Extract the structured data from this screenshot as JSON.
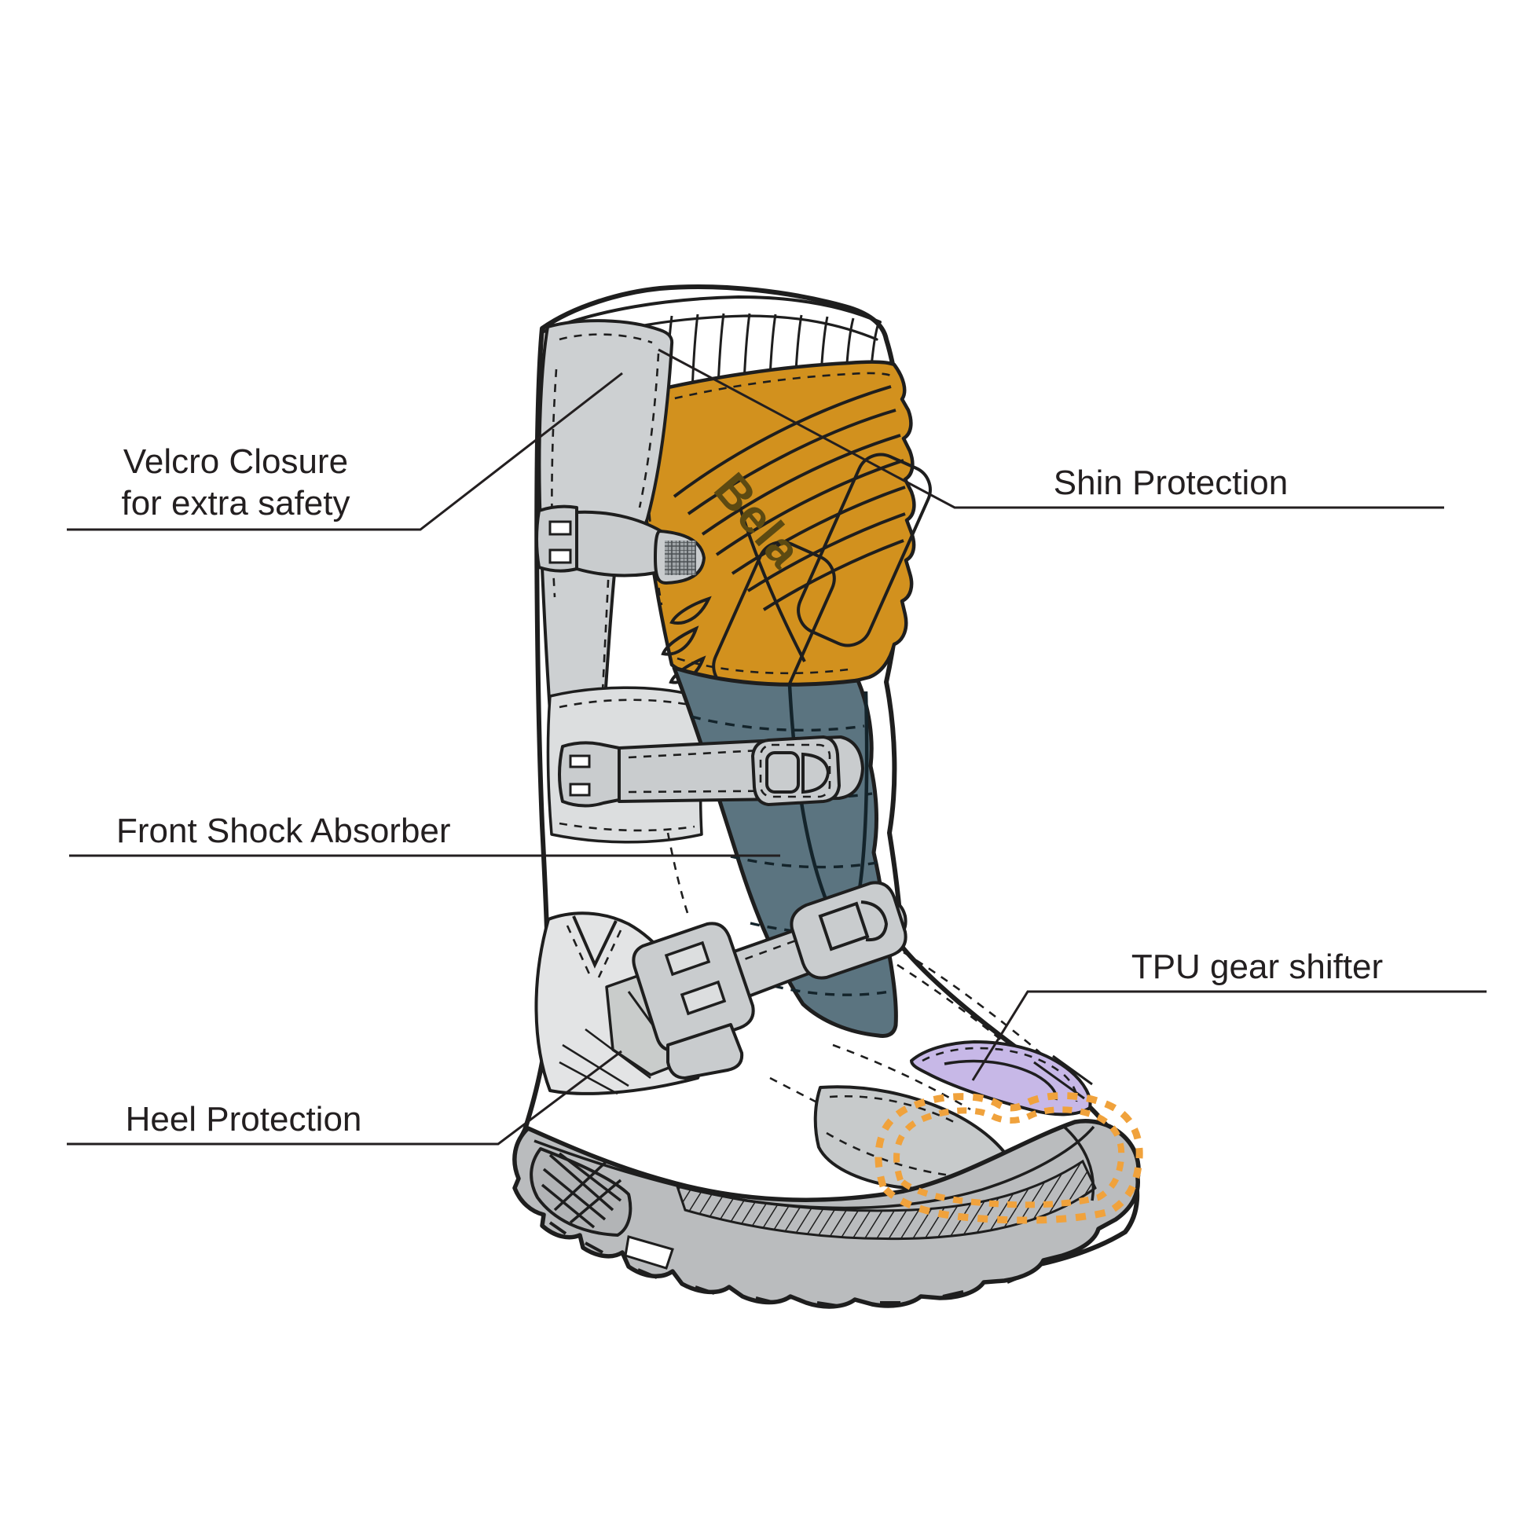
{
  "figure": {
    "type": "annotated-product-diagram",
    "subject": "adventure motorcycle boot side view",
    "brand_logo": "Bela"
  },
  "labels": {
    "velcro_closure": {
      "line1": "Velcro Closure",
      "line2": "for extra safety"
    },
    "shin_protection": {
      "text": "Shin Protection"
    },
    "front_shock_absorber": {
      "text": "Front Shock Absorber"
    },
    "tpu_gear_shifter": {
      "text": "TPU gear shifter"
    },
    "heel_protection": {
      "text": "Heel Protection"
    }
  },
  "colors": {
    "shin_plate": "#D2911E",
    "front_flex_panel": "#5B7480",
    "tpu_gear_patch": "#C7B8E7",
    "toe_zone_dots": "#F0A23C",
    "strap_gray": "#C9CCCE",
    "velcro_panel_gray": "#CDD0D2",
    "heel_panel_gray": "#E3E4E5",
    "sole_gray": "#BABCBE",
    "outline": "#1E1E1E",
    "label_text": "#231F20",
    "logo_text": "#5C4A12"
  }
}
